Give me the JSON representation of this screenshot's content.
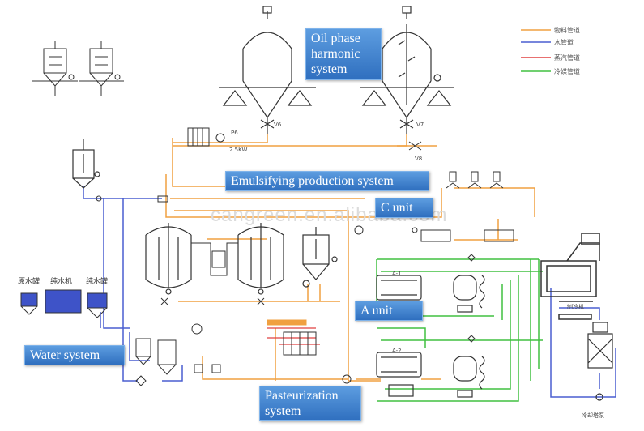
{
  "labels": {
    "oil_phase": "Oil phase harmonic system",
    "emulsifying": "Emulsifying production system",
    "c_unit": "C unit",
    "a_unit": "A unit",
    "water_system": "Water system",
    "pasteurization": "Pasteurization system"
  },
  "watermark": "cangreen.en.alibaba.com",
  "legend": [
    {
      "text": "物料管道",
      "color": "#f0a040"
    },
    {
      "text": "水管道",
      "color": "#4a5fd0"
    },
    {
      "text": "蒸汽管道",
      "color": "#e04040"
    },
    {
      "text": "冷媒管道",
      "color": "#40c040"
    }
  ],
  "equipment_labels": {
    "raw_water_tank": "原水罐",
    "pure_water_machine": "纯水机",
    "pure_water_tank": "纯水罐",
    "chiller": "制冷机",
    "cooling_tower_pump": "冷却塔泵",
    "v6": "V6",
    "v7": "V7",
    "v8": "V8",
    "p6": "P6",
    "p6_power": "2.5KW",
    "a_unit_tag": "A-1",
    "a_unit_tag_2": "A-2"
  },
  "colors": {
    "material": "#f0a040",
    "water": "#4a5fd0",
    "steam": "#e04040",
    "refrigerant": "#40c040",
    "equipment": "#333333"
  }
}
